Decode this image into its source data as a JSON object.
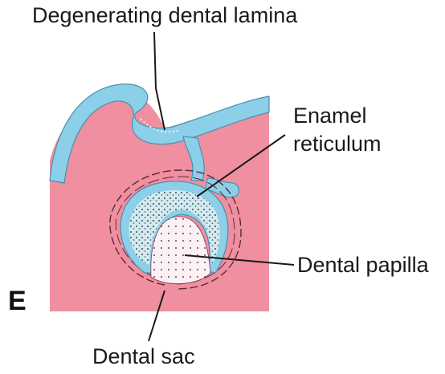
{
  "panel_letter": "E",
  "labels": {
    "degenerating_dental_lamina": "Degenerating dental lamina",
    "enamel_line1": "Enamel",
    "enamel_line2": "reticulum",
    "dental_papilla": "Dental papilla",
    "dental_sac": "Dental sac"
  },
  "colors": {
    "mesenchyme": "#ef8f9f",
    "epithelium": "#8ccfe8",
    "reticulum": "#cfe6ee",
    "papilla": "#f7eef2",
    "outline": "#333333"
  }
}
